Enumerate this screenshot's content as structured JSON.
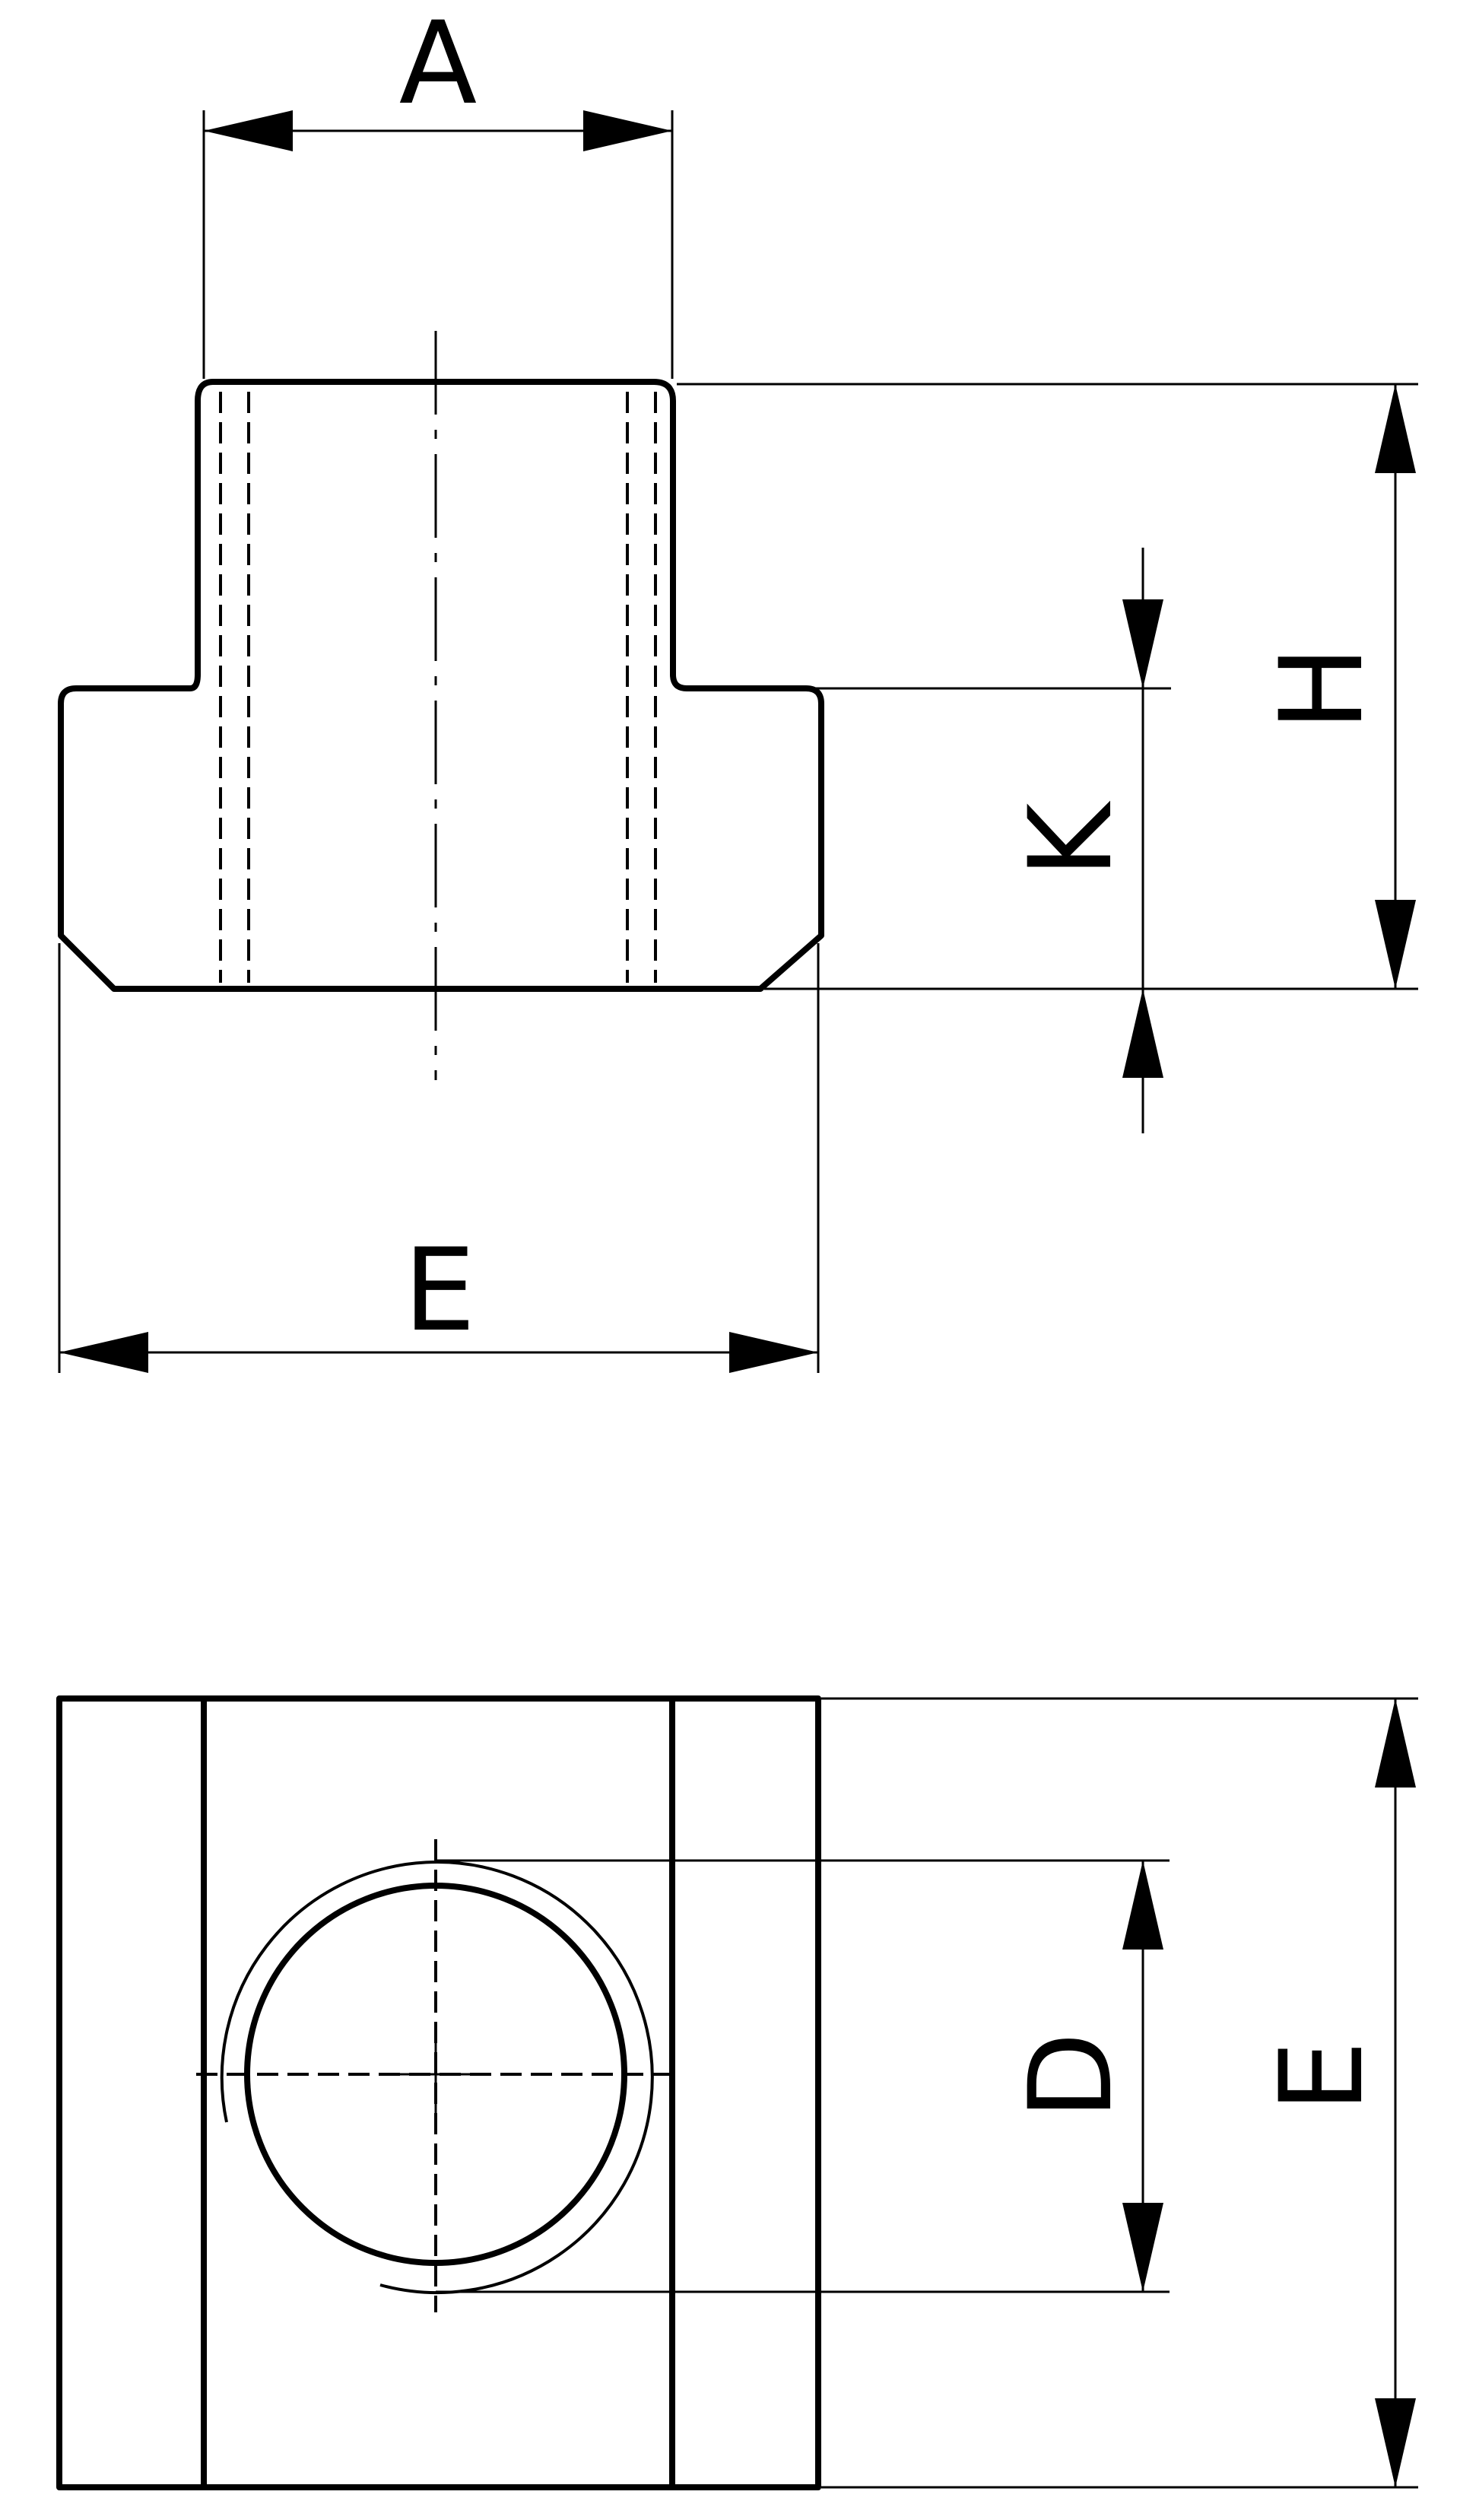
{
  "labels": {
    "a": "A",
    "h": "H",
    "k": "K",
    "e_front": "E",
    "d": "D",
    "e_top": "E"
  }
}
